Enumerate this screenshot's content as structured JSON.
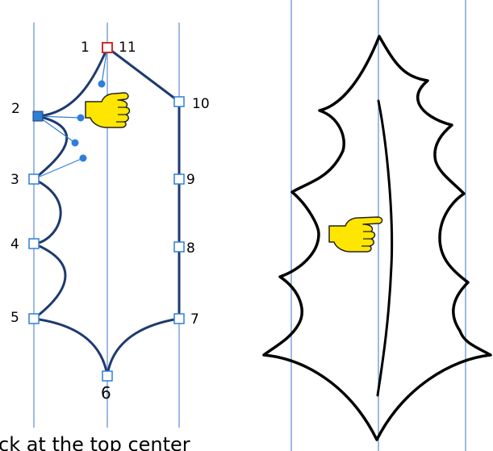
{
  "left_panel": {
    "point_labels": [
      "1",
      "11",
      "2",
      "10",
      "3",
      "9",
      "4",
      "8",
      "5",
      "7",
      "6"
    ],
    "path_color": "#1f3a6e",
    "guide_color": "#7ea3d8",
    "handle_color": "#2f7fd8",
    "selected_anchor_color": "#d42a2a"
  },
  "right_panel": {
    "outline_color": "#000000"
  },
  "caption": {
    "text": "ck at the top center"
  },
  "colors": {
    "hand_fill": "#ffe600",
    "hand_stroke": "#222222"
  },
  "icons": [
    "pointing-hand-icon"
  ]
}
